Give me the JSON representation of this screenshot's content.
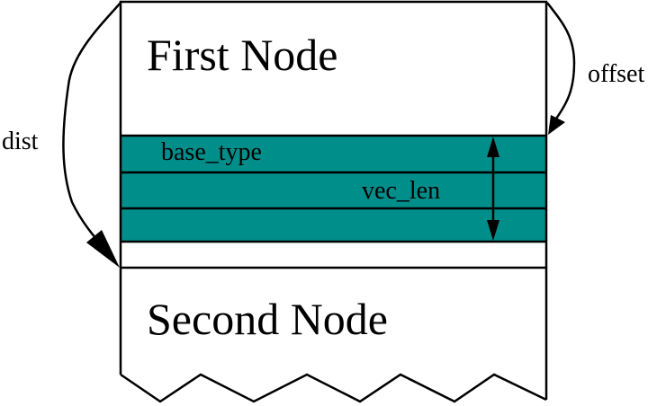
{
  "diagram": {
    "first_node_label": "First Node",
    "second_node_label": "Second Node",
    "field_labels": [
      "base_type",
      "vec_len",
      ""
    ],
    "dist_label": "dist",
    "offset_label": "offset",
    "colors": {
      "field_fill": "#008e8b",
      "stroke": "#000000",
      "background": "#ffffff"
    }
  }
}
